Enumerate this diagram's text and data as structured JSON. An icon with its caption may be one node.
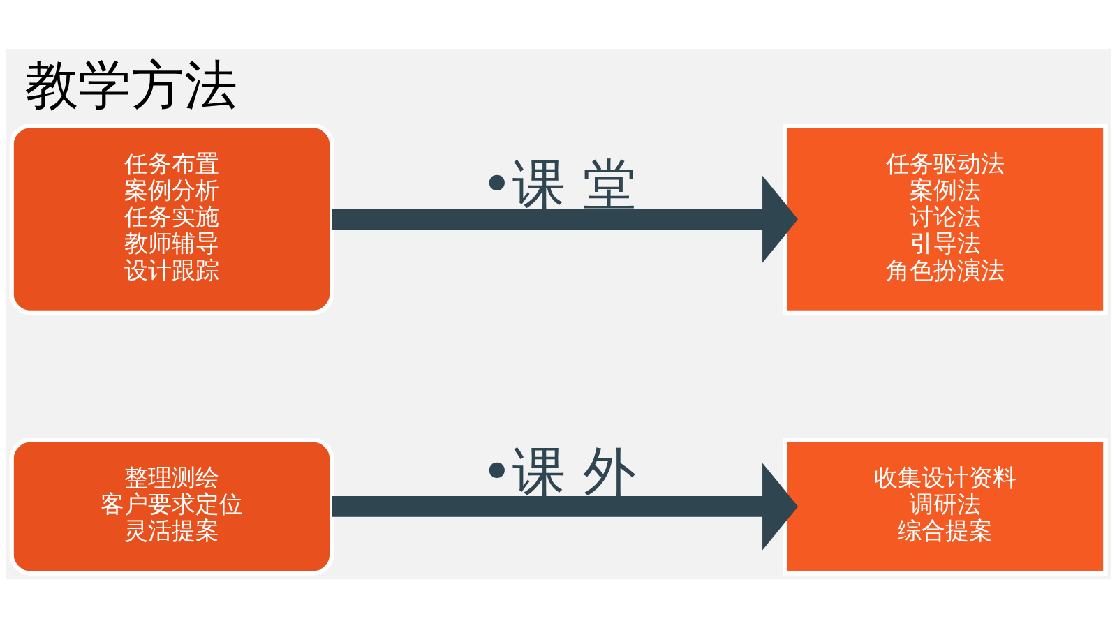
{
  "diagram": {
    "title": "教学方法",
    "nodes": [
      {
        "text": [
          "任务布置",
          "案例分析",
          "任务实施",
          "教师辅导",
          "设计跟踪"
        ]
      },
      {
        "text": [
          "任务驱动法",
          "案例法",
          "讨论法",
          "引导法",
          "角色扮演法"
        ]
      },
      {
        "text": [
          "整理测绘",
          "客户要求定位",
          "灵活提案"
        ]
      },
      {
        "text": [
          "收集设计资料",
          "调研法",
          "综合提案"
        ]
      }
    ],
    "edges": [
      {
        "from": 0,
        "to": 1,
        "arrow": "to",
        "label": "•课 堂"
      },
      {
        "from": 2,
        "to": 3,
        "arrow": "to",
        "label": "•课 外"
      }
    ]
  }
}
